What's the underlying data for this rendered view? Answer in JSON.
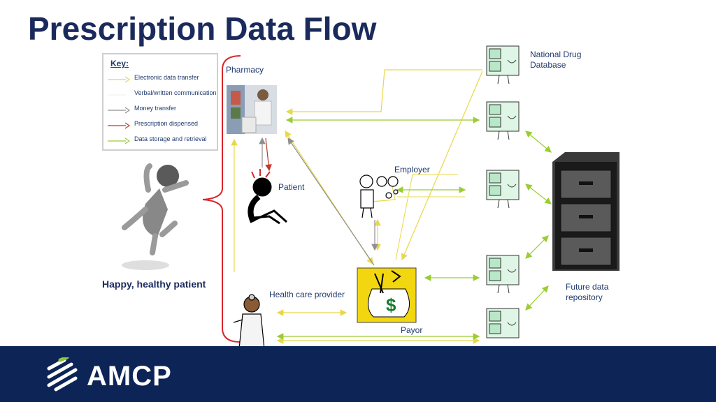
{
  "title": "Prescription Data Flow",
  "key": {
    "heading": "Key:",
    "items": [
      {
        "label": "Electronic data transfer",
        "color": "#e8d84a"
      },
      {
        "label": "Verbal/written communication",
        "color": "#ffffff"
      },
      {
        "label": "Money transfer",
        "color": "#8f8f8f"
      },
      {
        "label": "Prescription dispensed",
        "color": "#c0392b"
      },
      {
        "label": "Data storage and retrieval",
        "color": "#9acd32"
      }
    ]
  },
  "nodes": {
    "pharmacy": "Pharmacy",
    "patient": "Patient",
    "employer": "Employer",
    "health_care_provider": "Health care provider",
    "payor": "Payor",
    "national_drug_database": "National Drug Database",
    "future_data_repository": "Future data repository",
    "happy_patient": "Happy, healthy patient"
  },
  "colors": {
    "title": "#1b2a5c",
    "footer": "#0c2456",
    "bracket": "#d9252a",
    "electronic": "#e8d84a",
    "storage": "#9acd32",
    "money": "#8f8f8f",
    "payor_fill": "#f2d60f"
  },
  "footer": {
    "logo_text": "AMCP"
  }
}
